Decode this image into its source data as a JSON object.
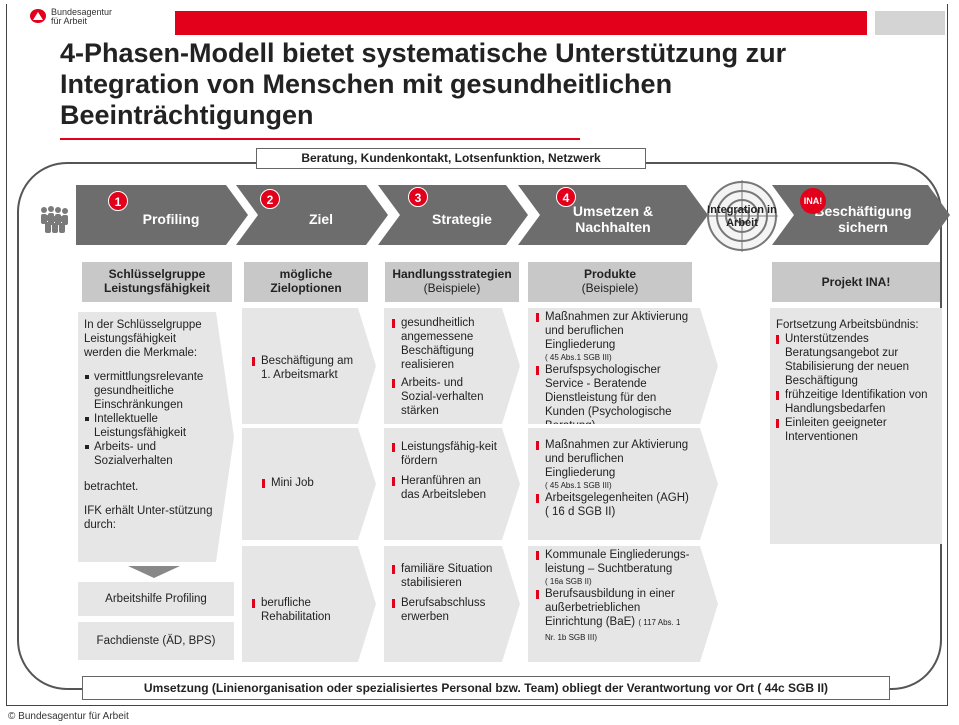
{
  "brand": {
    "logo_line1": "Bundesagentur",
    "logo_line2": "für Arbeit",
    "accent": "#e2001a"
  },
  "title": "4-Phasen-Modell bietet systematische Unterstützung zur Integration von Menschen mit gesundheitlichen Beeinträchtigungen",
  "top_banner": "Beratung, Kundenkontakt, Lotsenfunktion, Netzwerk",
  "bottom_banner": "Umsetzung (Linienorganisation oder spezialisiertes Personal bzw. Team) obliegt der Verantwortung vor Ort (  44c SGB II)",
  "phases": [
    {
      "num": "1",
      "label": "Profiling"
    },
    {
      "num": "2",
      "label": "Ziel"
    },
    {
      "num": "3",
      "label": "Strategie"
    },
    {
      "num": "4",
      "label": "Umsetzen & Nachhalten"
    }
  ],
  "integration": {
    "label": "Integration in Arbeit"
  },
  "ina": {
    "badge": "INA!",
    "label": "Beschäftigung sichern"
  },
  "headers": {
    "col1": "Schlüsselgruppe Leistungsfähigkeit",
    "col2": "mögliche Zieloptionen",
    "col3_bold": "Handlungsstrategien",
    "col3_sub": "(Beispiele)",
    "col4_bold": "Produkte",
    "col4_sub": "(Beispiele)",
    "col5": "Projekt INA!"
  },
  "col1": {
    "intro": "In der Schlüsselgruppe Leistungsfähigkeit werden die Merkmale:",
    "items": [
      "vermittlungsrelevante gesundheitliche Einschränkungen",
      "Intellektuelle Leistungsfähigkeit",
      "Arbeits- und Sozialverhalten"
    ],
    "betrachtet": "betrachtet.",
    "ifk": "IFK erhält Unter-stützung durch:",
    "support1": "Arbeitshilfe Profiling",
    "support2": "Fachdienste (ÄD, BPS)"
  },
  "col2": {
    "row1": "Beschäftigung am 1. Arbeitsmarkt",
    "row2": "Mini Job",
    "row3": "berufliche Rehabilitation"
  },
  "col3": {
    "row1": [
      "gesundheitlich angemessene Beschäftigung realisieren",
      "Arbeits- und Sozial-verhalten stärken"
    ],
    "row2": [
      "Leistungsfähig-keit fördern",
      "Heranführen an das Arbeitsleben"
    ],
    "row3": [
      "familiäre Situation stabilisieren",
      "Berufsabschluss erwerben"
    ]
  },
  "col4": {
    "r1a": "Maßnahmen zur Aktivierung und beruflichen Eingliederung",
    "r1a_ref": "(  45 Abs.1 SGB III)",
    "r1b": "Berufspsychologischer Service - Beratende Dienstleistung für den Kunden (Psychologische Beratung)",
    "r2a": "Maßnahmen zur Aktivierung und beruflichen Eingliederung",
    "r2a_ref": "(  45 Abs.1 SGB III)",
    "r2b": "Arbeitsgelegenheiten (AGH)",
    "r2b_ref": "(  16 d SGB II)",
    "r3a": "Kommunale Eingliederungs-leistung – Suchtberatung",
    "r3a_ref": "(  16a SGB II)",
    "r3b": "Berufsausbildung in einer außerbetrieblichen Einrichtung (BaE)",
    "r3b_ref": "(  117 Abs. 1 Nr. 1b SGB III)"
  },
  "col5": {
    "intro": "Fortsetzung Arbeitsbündnis:",
    "items": [
      "Unterstützendes Beratungsangebot zur Stabilisierung der neuen Beschäftigung",
      "frühzeitige Identifikation von Handlungsbedarfen",
      "Einleiten geeigneter Interventionen"
    ]
  },
  "footer": "© Bundesagentur für Arbeit"
}
